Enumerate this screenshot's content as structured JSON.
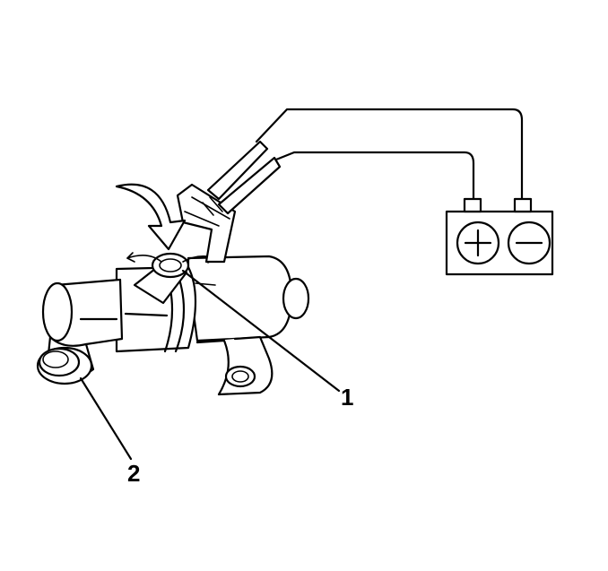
{
  "callouts": [
    {
      "label": "1",
      "target": "vacuum-port"
    },
    {
      "label": "2",
      "target": "outlet-port"
    }
  ],
  "battery": {
    "positive_symbol": "+",
    "negative_symbol": "−"
  },
  "colors": {
    "ink": "#000000",
    "paper": "#ffffff"
  }
}
